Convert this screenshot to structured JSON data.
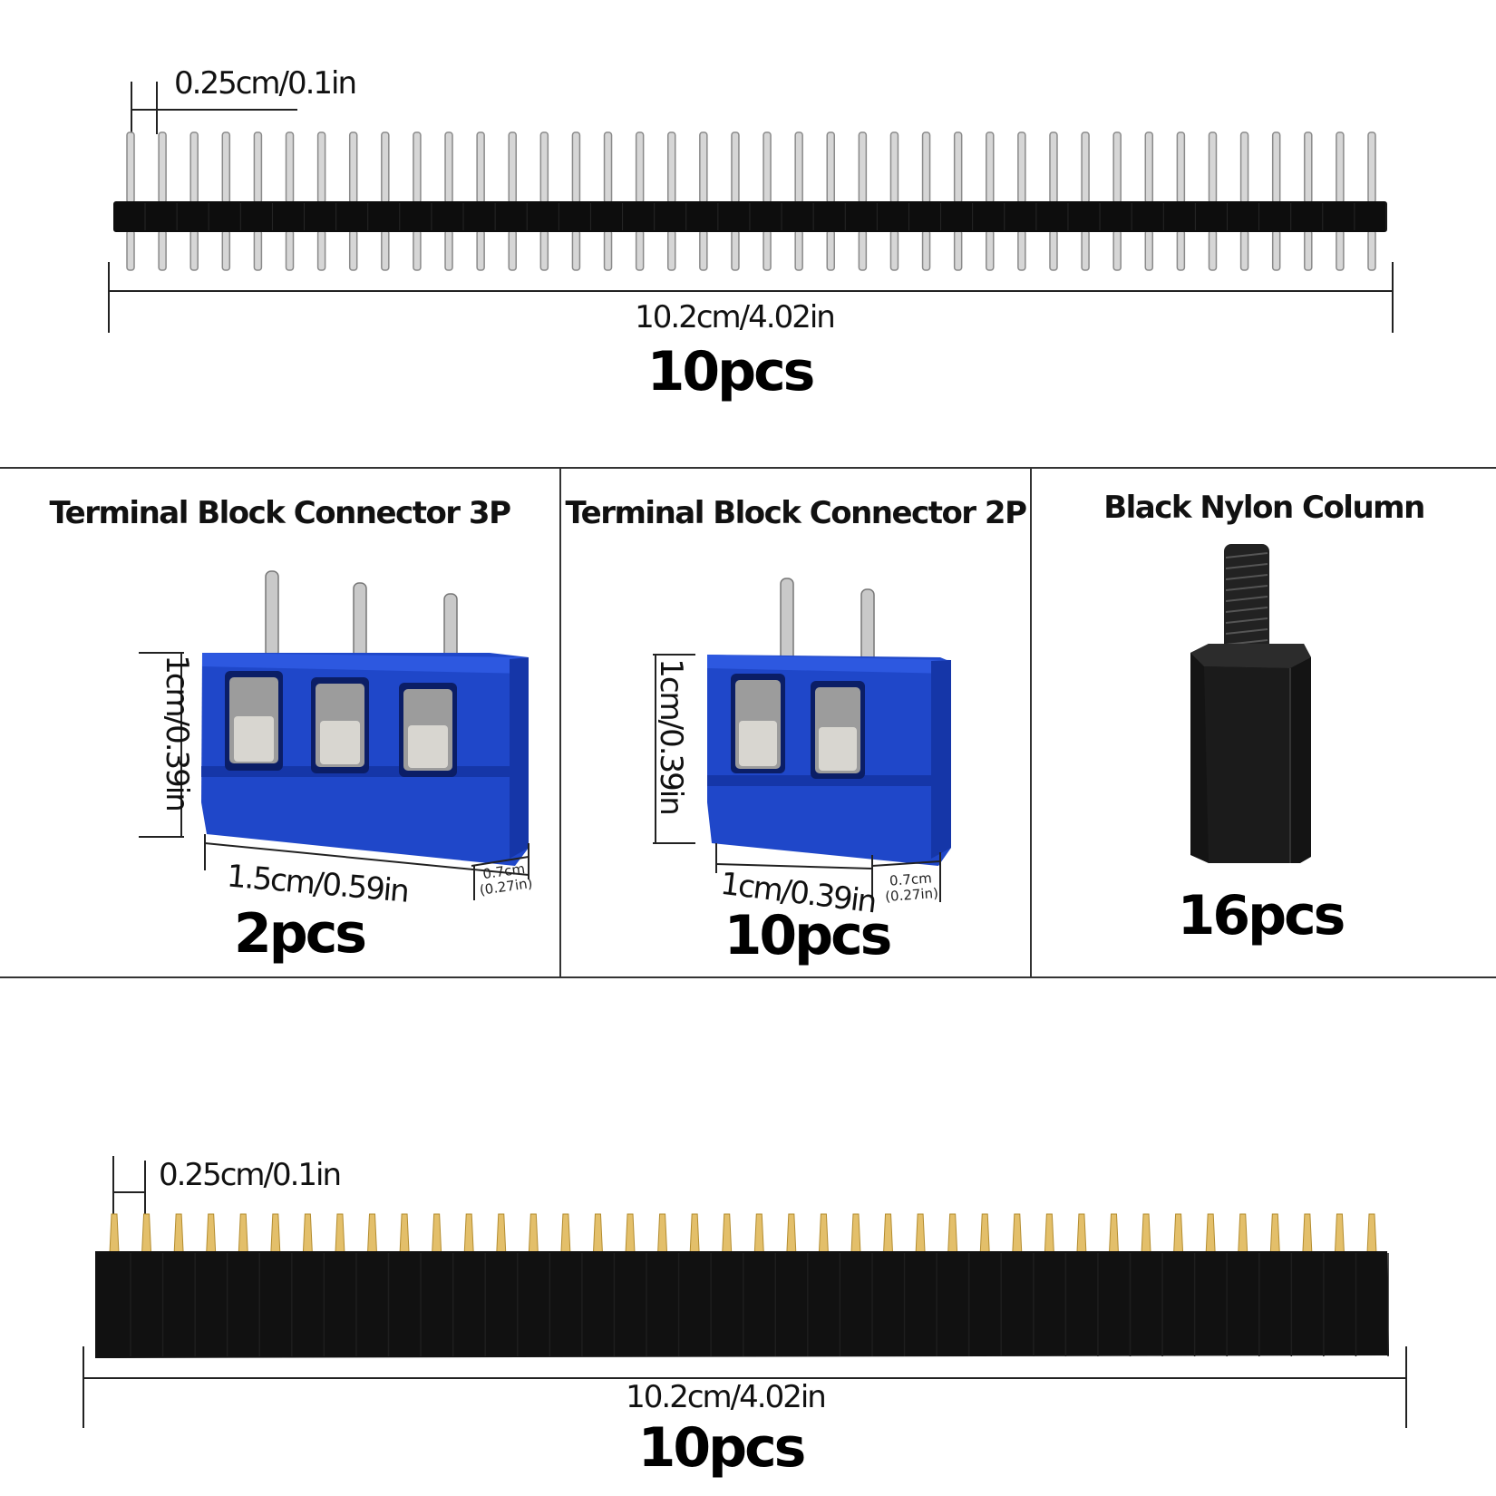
{
  "male_header": {
    "pitch_label": "0.25cm/0.1in",
    "length_label": "10.2cm/4.02in",
    "quantity": "10pcs",
    "pin_count": 40
  },
  "terminal_3p": {
    "title": "Terminal Block Connector 3P",
    "height_label": "1cm/0.39in",
    "width_label": "1.5cm/0.59in",
    "depth_label_cm": "0.7cm",
    "depth_label_in": "(0.27in)",
    "quantity": "2pcs",
    "color": "#1f47c9"
  },
  "terminal_2p": {
    "title": "Terminal Block Connector 2P",
    "height_label": "1cm/0.39in",
    "width_label": "1cm/0.39in",
    "depth_label_cm": "0.7cm",
    "depth_label_in": "(0.27in)",
    "quantity": "10pcs",
    "color": "#1f47c9"
  },
  "nylon_column": {
    "title": "Black Nylon Column",
    "quantity": "16pcs"
  },
  "female_header": {
    "pitch_label": "0.25cm/0.1in",
    "length_label": "10.2cm/4.02in",
    "quantity": "10pcs",
    "pin_count": 40
  }
}
